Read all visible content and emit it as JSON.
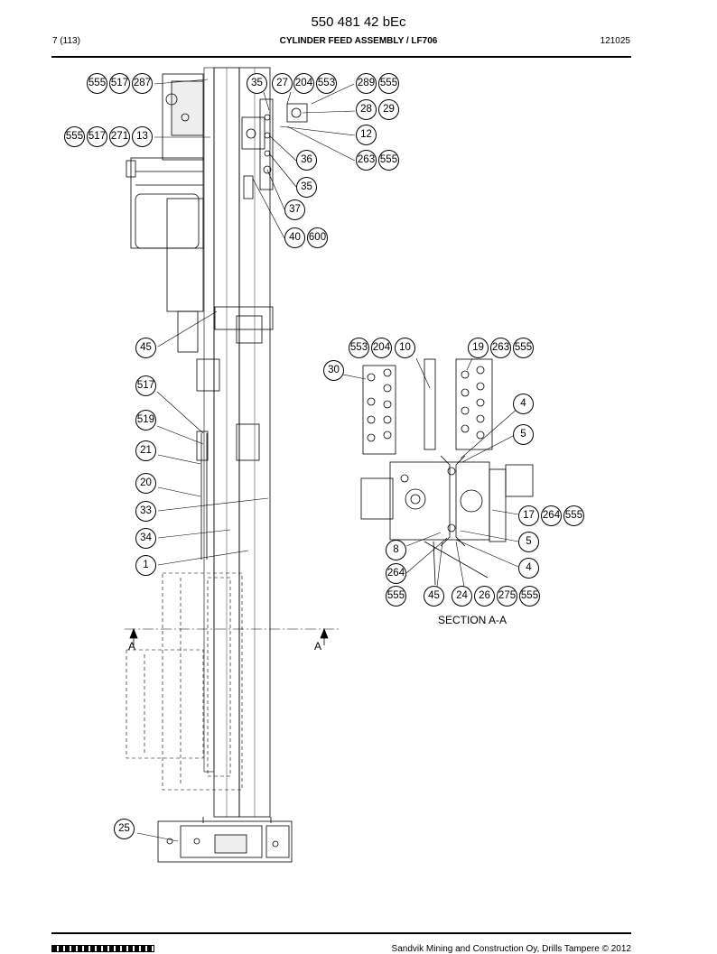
{
  "header": {
    "document_number": "550 481 42 bEc",
    "page": "7 (113)",
    "title": "CYLINDER FEED ASSEMBLY / LF706",
    "date_code": "121025"
  },
  "footer": {
    "copyright": "Sandvik Mining and Construction Oy, Drills Tampere © 2012",
    "logo_icon": "sandvik-logo-icon"
  },
  "drawing": {
    "section_label": "SECTION A-A",
    "section_marker_left": "A",
    "section_marker_right": "A",
    "callouts": [
      "555",
      "517",
      "287",
      "35",
      "27",
      "204",
      "553",
      "289",
      "555",
      "28",
      "29",
      "555",
      "517",
      "271",
      "13",
      "12",
      "36",
      "263",
      "555",
      "35",
      "37",
      "40",
      "600",
      "45",
      "553",
      "204",
      "10",
      "19",
      "263",
      "555",
      "30",
      "517",
      "4",
      "519",
      "5",
      "21",
      "20",
      "33",
      "17",
      "264",
      "555",
      "34",
      "5",
      "1",
      "8",
      "4",
      "264",
      "555",
      "45",
      "24",
      "26",
      "275",
      "555",
      "25"
    ]
  },
  "colors": {
    "line": "#000000",
    "background": "#ffffff"
  }
}
